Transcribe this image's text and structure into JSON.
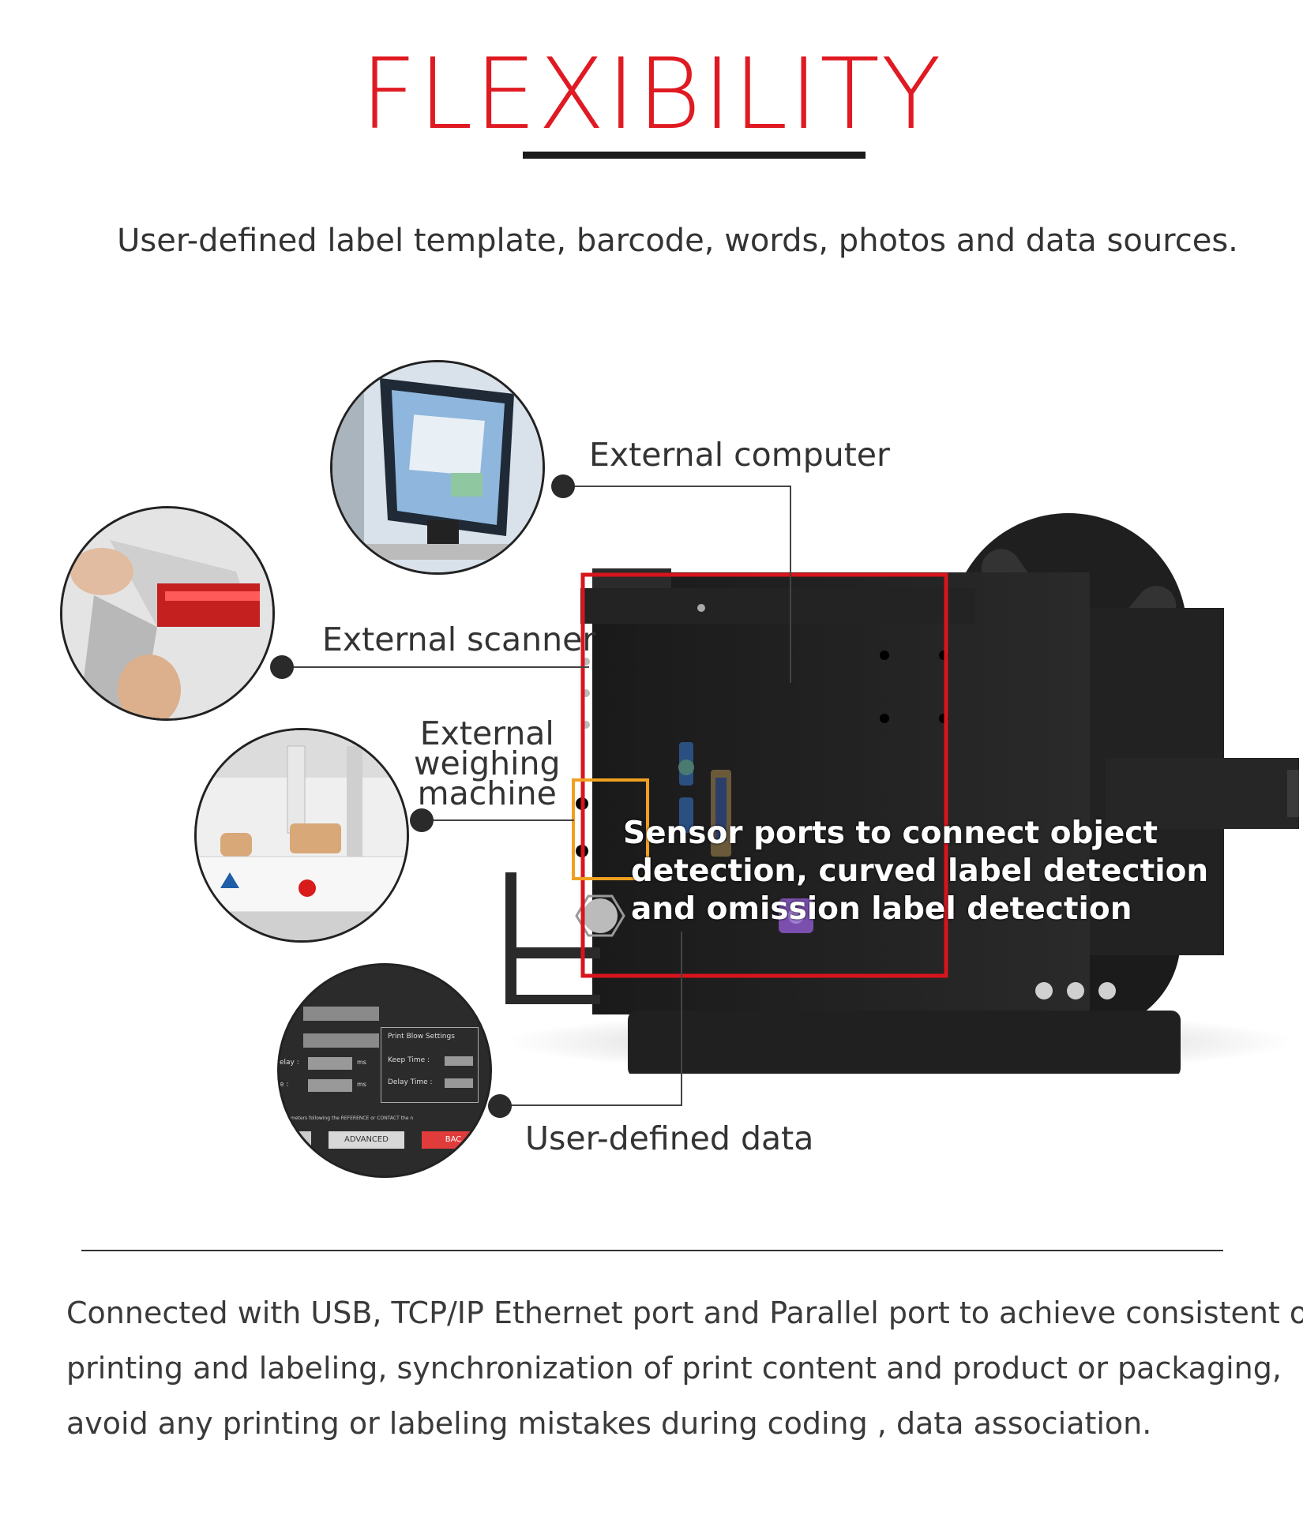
{
  "header": {
    "title": "FLEXIBILITY",
    "subtitle": "User-defined label template, barcode, words, photos and data sources."
  },
  "callouts": {
    "computer": "External computer",
    "scanner": "External scanner",
    "weighing": [
      "External",
      "weighing",
      "machine"
    ],
    "userdata": "User-defined data"
  },
  "sensor": {
    "lines": [
      "Sensor ports to connect object",
      "detection, curved label detection",
      "and omission label detection"
    ]
  },
  "settings_panel": {
    "group_title": "Print Blow Settings",
    "keep_time_label": "Keep Time :",
    "delay_time_label": "Delay Time :",
    "left_delay_label": "elay :",
    "left_e_label": "e :",
    "unit_ms": "ms",
    "notice_text": "meters following the REFERENCE or CONTACT the n",
    "advanced_button": "ADVANCED",
    "back_button": "BAC"
  },
  "footer": {
    "lines": [
      "Connected with USB, TCP/IP Ethernet port and Parallel port to achieve consistent of",
      "printing and labeling, synchronization of print content and product or packaging,",
      "avoid any printing or labeling mistakes during coding , data association."
    ]
  },
  "colors": {
    "accent_red": "#e01a22",
    "highlight_orange": "#f0a020",
    "machine_body": "#1e1e1e"
  }
}
